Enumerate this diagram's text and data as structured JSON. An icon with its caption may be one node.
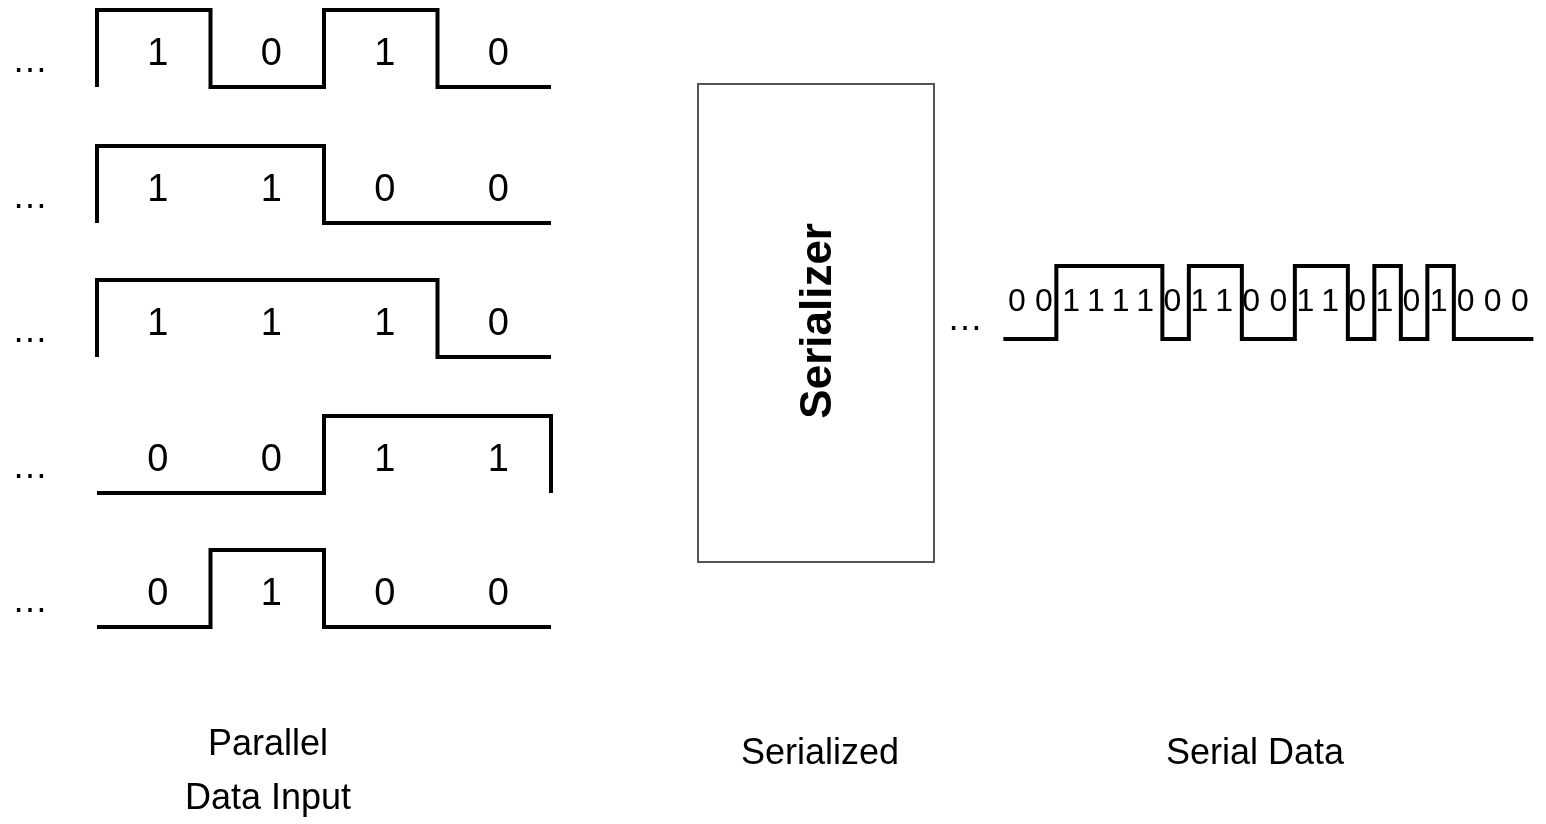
{
  "diagram": {
    "nodes": [
      {
        "text": [
          "Serializer"
        ]
      }
    ],
    "edges": [],
    "labels": [
      "…",
      "1",
      "0",
      "1",
      "0",
      "…",
      "1",
      "1",
      "0",
      "0",
      "…",
      "1",
      "1",
      "1",
      "0",
      "…",
      "0",
      "0",
      "1",
      "1",
      "…",
      "0",
      "1",
      "0",
      "0",
      "…",
      "00111101100110101000",
      "Parallel Data Input",
      "Serialized",
      "Serial Data"
    ]
  }
}
